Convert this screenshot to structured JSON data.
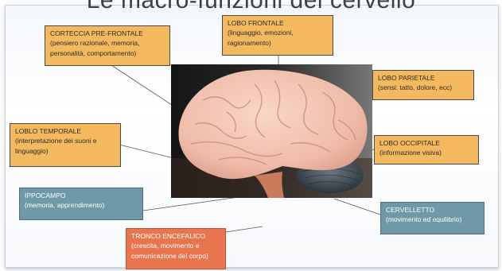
{
  "title": "Le macro-funzioni del cervello",
  "labels": {
    "prefrontal": {
      "name": "CORTECCIA PRE-FRONTALE",
      "desc": "(pensiero razionale, memoria, personalità, comportamento)"
    },
    "frontal": {
      "name": "LOBO FRONTALE",
      "desc": "(linguaggio, emozioni, ragionamento)"
    },
    "parietal": {
      "name": "LOBO PARIETALE",
      "desc": "(sensi: tatto, dolore, ecc)"
    },
    "temporal": {
      "name": "LOBLO TEMPORALE",
      "desc": "(interpretazione dei suoni e linguaggio)"
    },
    "occipital": {
      "name": "LOBO OCCIPITALE",
      "desc": "(informazione visiva)"
    },
    "hippocampus": {
      "name": "IPPOCAMPO",
      "desc": "(memoria, apprendimento)"
    },
    "cerebellum": {
      "name": "CERVELLETTO",
      "desc": "(movimento ed equilibrio)"
    },
    "brainstem": {
      "name": "TRONCO ENCEFALICO",
      "desc": "(crescita, movimento e comunicazione del corpo)"
    }
  },
  "colors": {
    "lobe_box": "#f4b95e",
    "hippocampus_box": "#6f99a8",
    "cerebellum_box": "#6f99a8",
    "brainstem_box": "#e8754e",
    "brain": "#f2c4b4"
  }
}
